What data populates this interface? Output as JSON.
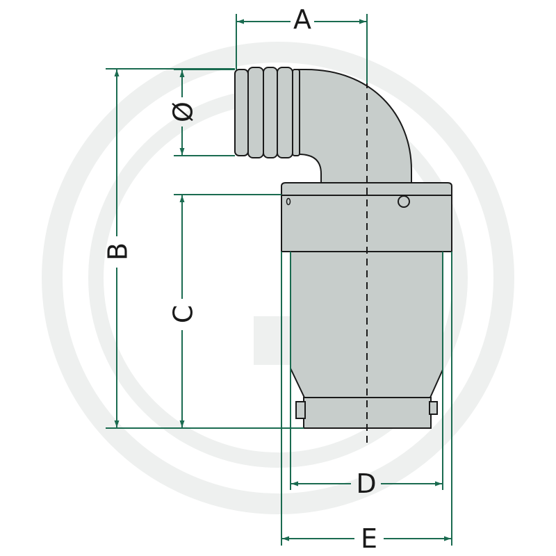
{
  "colors": {
    "dimension": "#1a6b50",
    "part_fill": "#c7cdcb",
    "outline": "#1a1a1a",
    "watermark": "#eef0ef"
  },
  "labels": {
    "A": "A",
    "B": "B",
    "C": "C",
    "D": "D",
    "E": "E",
    "diameter": "Ø"
  }
}
